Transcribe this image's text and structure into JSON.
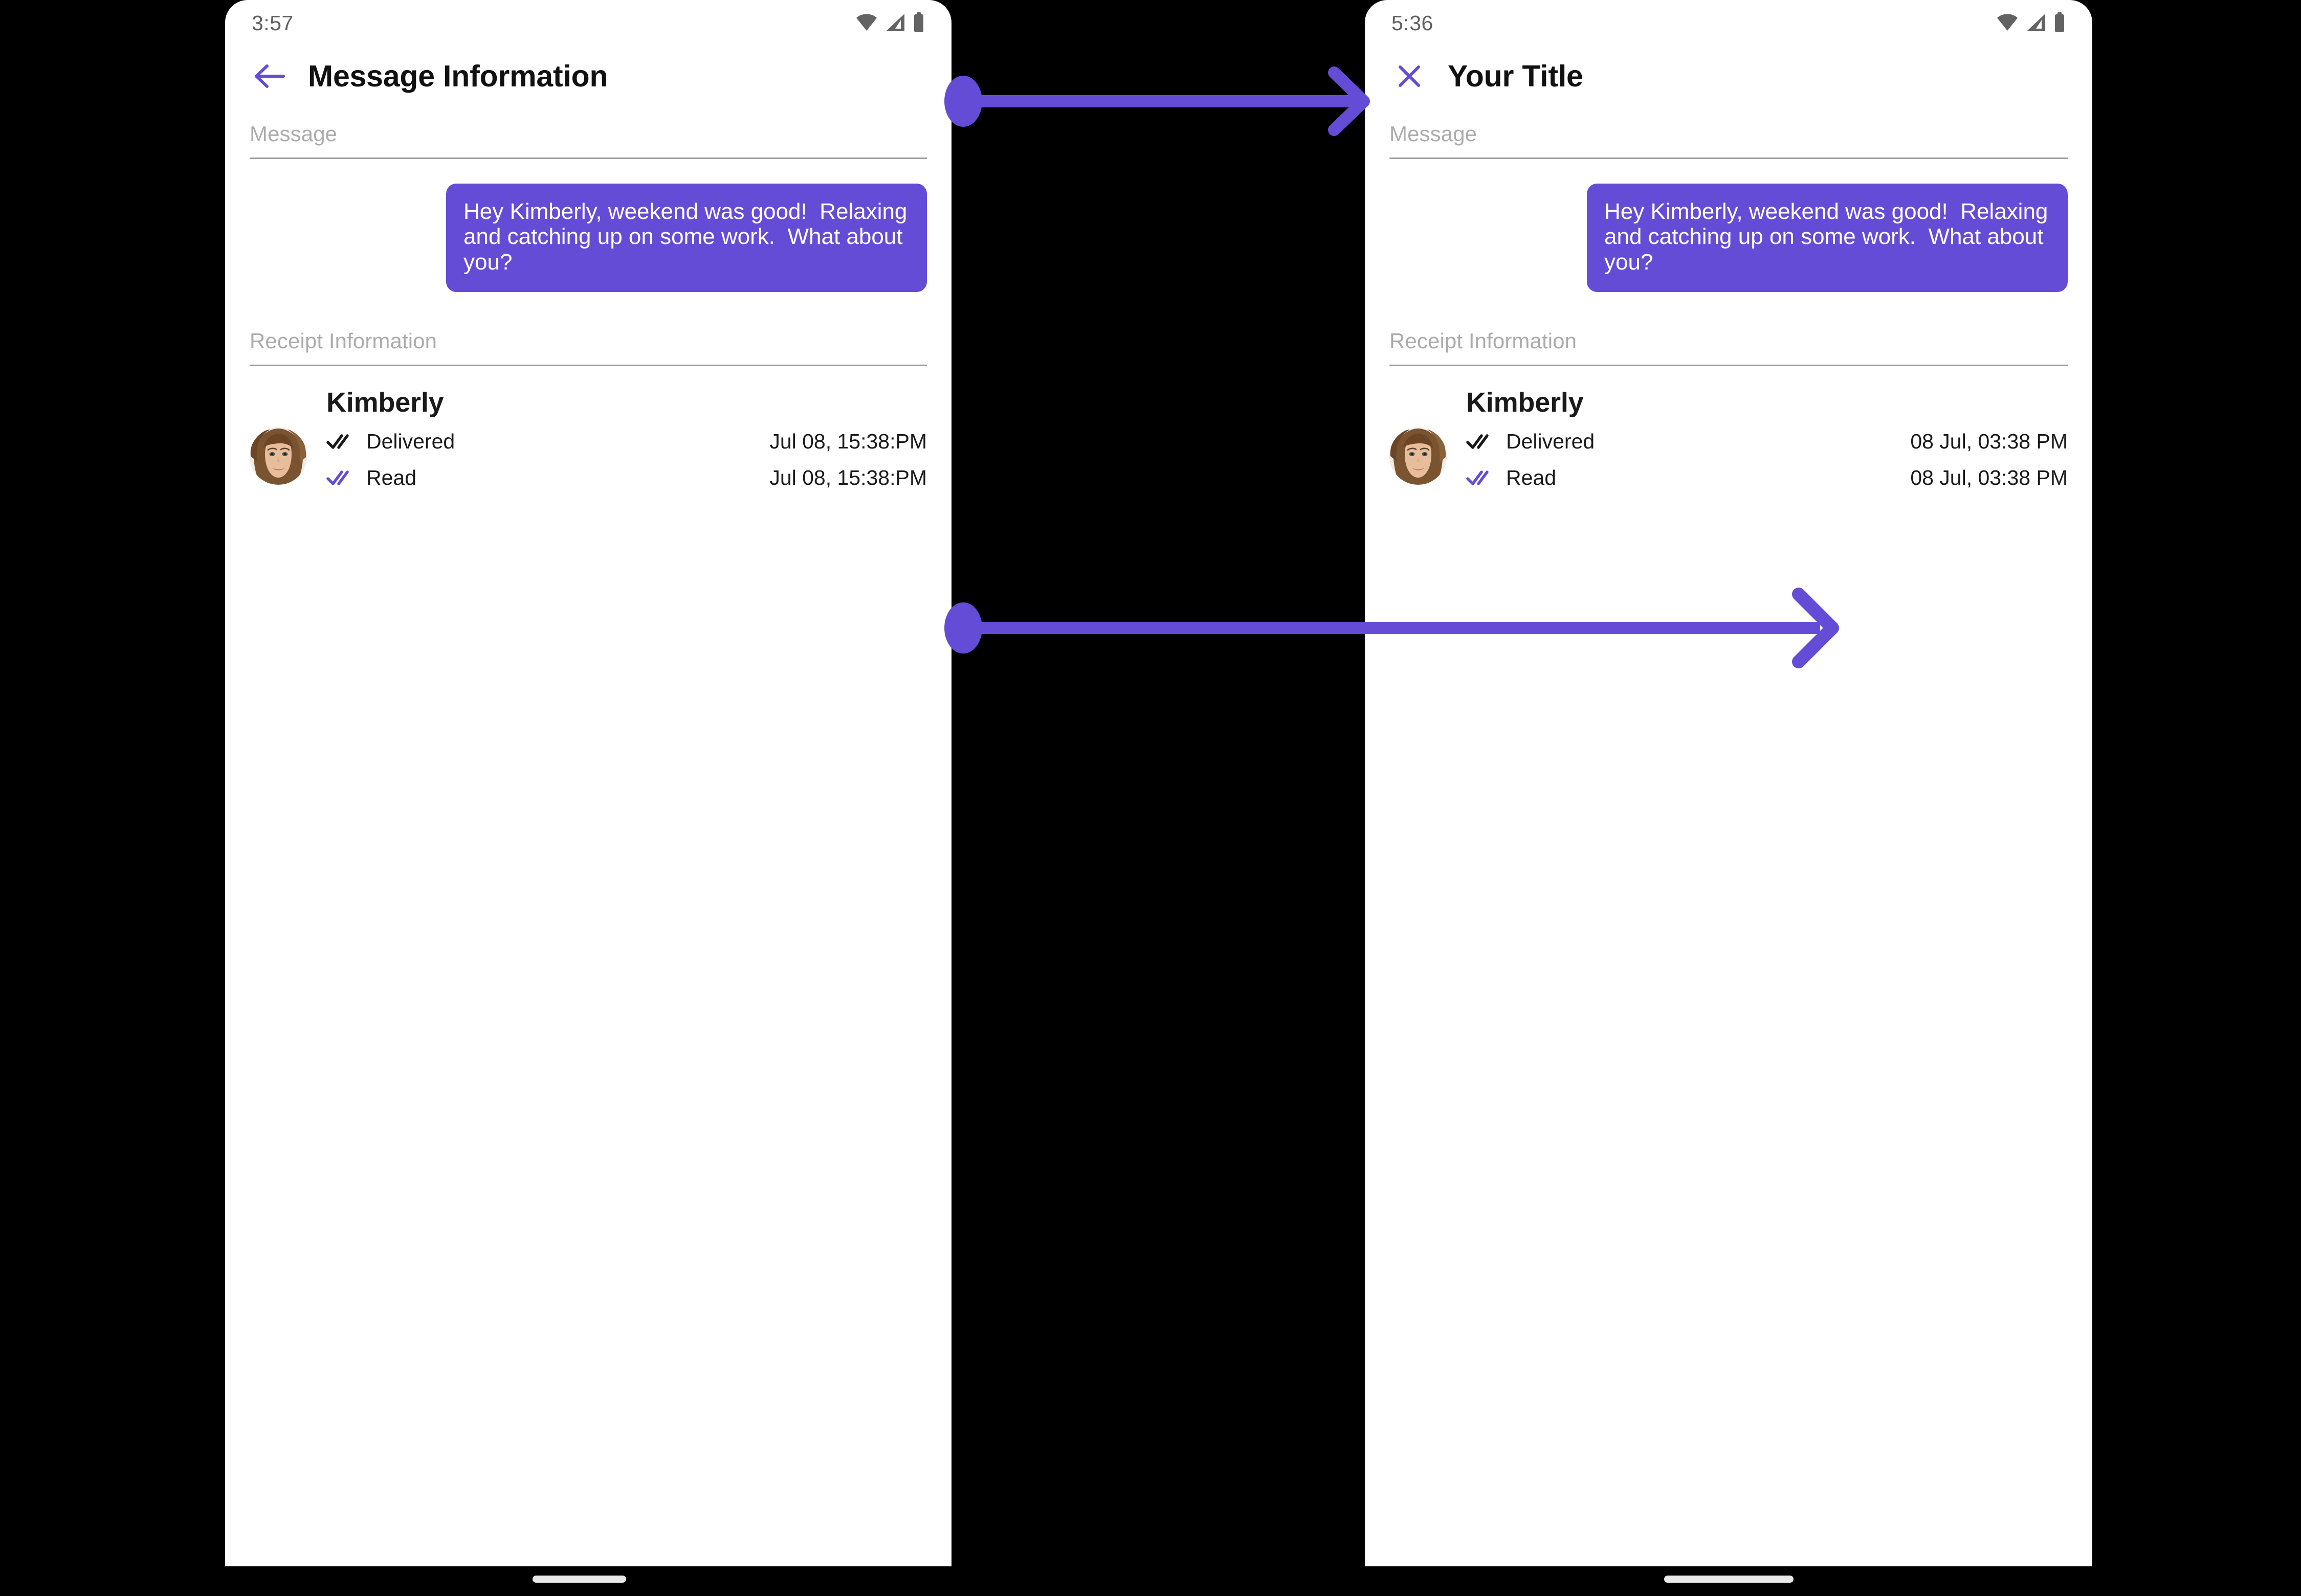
{
  "theme": {
    "accent": "#654CD6",
    "background": "#000000",
    "surface": "#FFFFFF",
    "label_gray": "#ababab",
    "divider_gray": "#9e9e9e",
    "text_primary": "#1a1a1a",
    "status_icon_gray": "#636363",
    "home_indicator": "#e8e8e8"
  },
  "left_phone": {
    "status_bar": {
      "time": "3:57",
      "icons": [
        "wifi-icon",
        "cellular-signal-icon",
        "battery-icon"
      ]
    },
    "appbar": {
      "nav_icon": "back-arrow-icon",
      "title": "Message Information"
    },
    "message_section": {
      "label": "Message",
      "bubble_text": "Hey Kimberly, weekend was good!  Relaxing and catching up on some work.  What about you?"
    },
    "receipt_section": {
      "label": "Receipt Information",
      "contact_name": "Kimberly",
      "avatar": "contact-avatar-photo",
      "rows": [
        {
          "icon": "double-check-delivered-icon",
          "status": "Delivered",
          "time": "Jul 08, 15:38:PM"
        },
        {
          "icon": "double-check-read-icon",
          "status": "Read",
          "time": "Jul 08, 15:38:PM"
        }
      ]
    }
  },
  "right_phone": {
    "status_bar": {
      "time": "5:36",
      "icons": [
        "wifi-icon",
        "cellular-signal-icon",
        "battery-icon"
      ]
    },
    "appbar": {
      "nav_icon": "close-x-icon",
      "title": "Your Title"
    },
    "message_section": {
      "label": "Message",
      "bubble_text": "Hey Kimberly, weekend was good!  Relaxing and catching up on some work.  What about you?"
    },
    "receipt_section": {
      "label": "Receipt Information",
      "contact_name": "Kimberly",
      "avatar": "contact-avatar-photo",
      "rows": [
        {
          "icon": "double-check-delivered-icon",
          "status": "Delivered",
          "time": "08 Jul, 03:38 PM"
        },
        {
          "icon": "double-check-read-icon",
          "status": "Read",
          "time": "08 Jul, 03:38 PM"
        }
      ]
    }
  },
  "annotations": {
    "arrows": [
      {
        "name": "title-change-arrow",
        "from": "left-appbar-title",
        "to": "right-appbar-title"
      },
      {
        "name": "timestamp-format-arrow",
        "from": "left-receipt-times",
        "to": "right-receipt-times"
      }
    ]
  }
}
